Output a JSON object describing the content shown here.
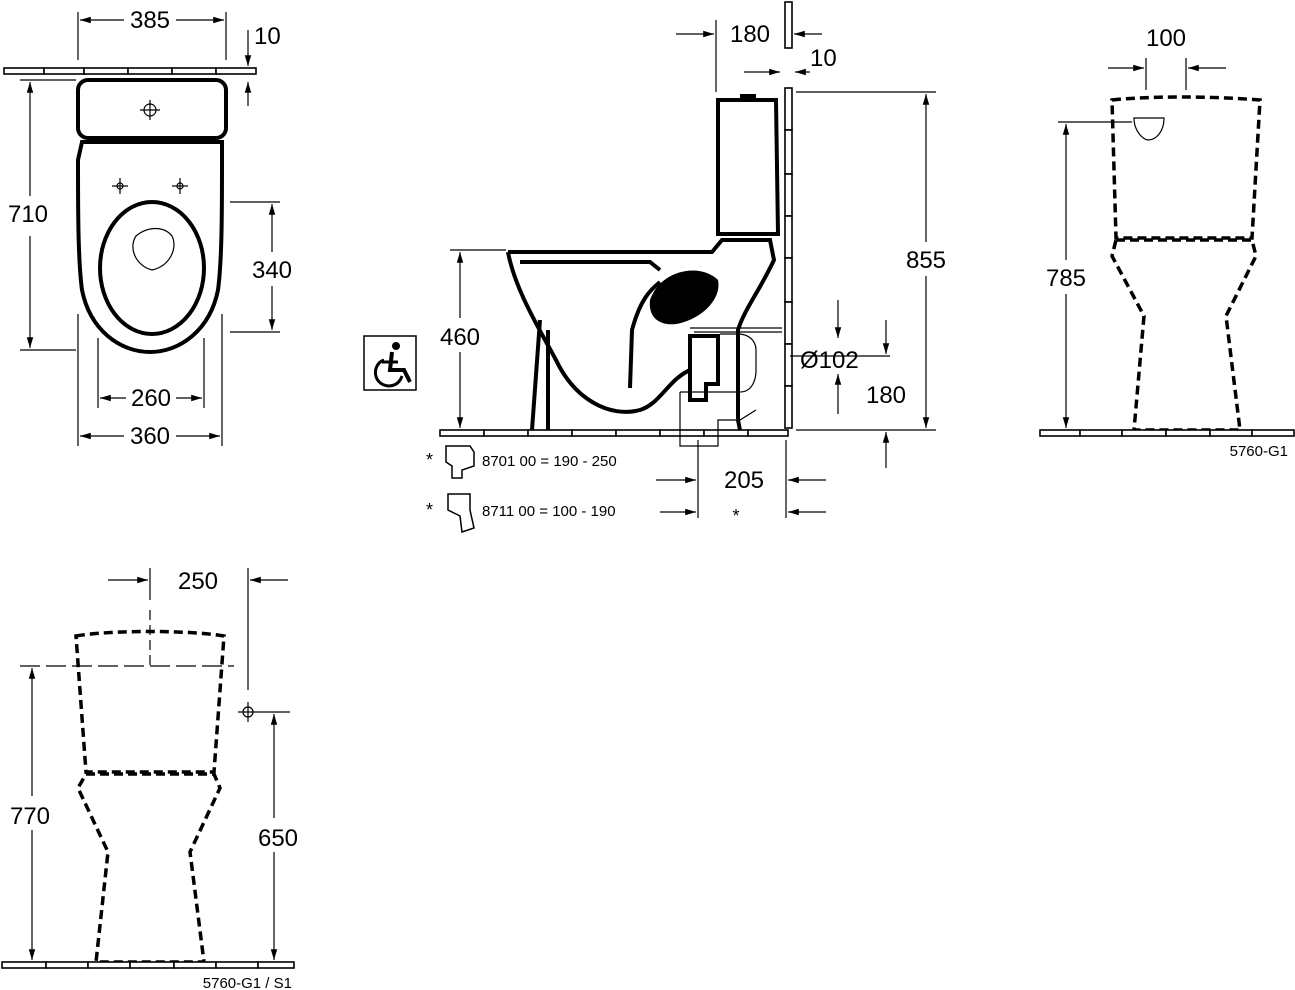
{
  "drawing": {
    "top_view": {
      "width": "385",
      "wall_gap": "10",
      "depth": "710",
      "seat_depth": "340",
      "rear_width": "260",
      "front_width": "360"
    },
    "side_view": {
      "cistern_depth": "180",
      "wall_gap": "10",
      "overall_height": "855",
      "seat_height": "460",
      "outlet_diameter": "Ø102",
      "outlet_height": "180",
      "outlet_offset": "205",
      "asterisk": "*"
    },
    "accessories": [
      {
        "star": "*",
        "text": "8701 00 = 190 -  250"
      },
      {
        "star": "*",
        "text": "8711 00 =  100 - 190"
      }
    ],
    "rear_view": {
      "centre_width": "100",
      "height": "785",
      "code": "5760-G1"
    },
    "front_view": {
      "width": "250",
      "height": "770",
      "connection_height": "650",
      "code": "5760-G1 / S1"
    },
    "accessibility_icon": "wheelchair-icon"
  }
}
